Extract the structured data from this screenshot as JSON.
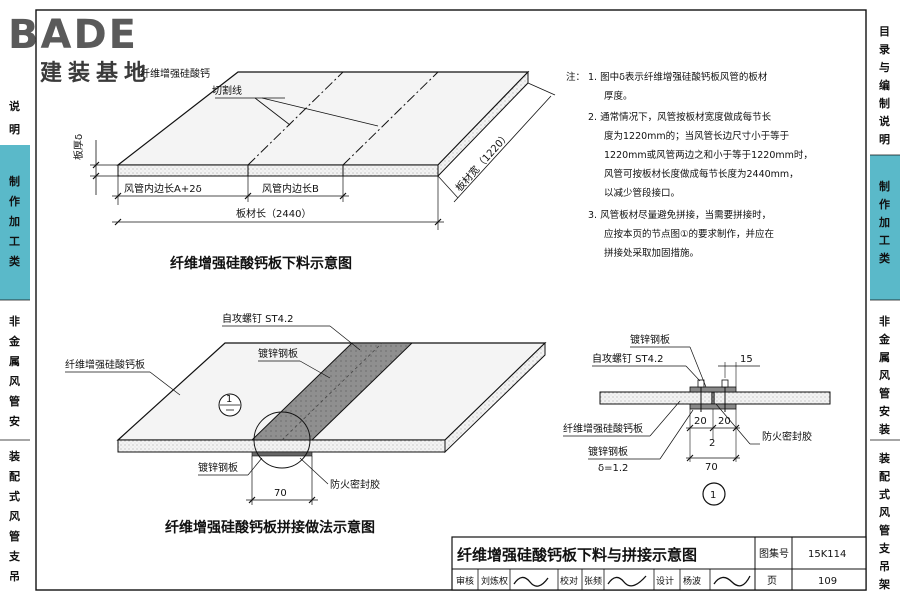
{
  "logo": {
    "brand": "BADE",
    "subtitle": "建装基地"
  },
  "left_tab_top": "目录与编制说明",
  "sidebar": [
    {
      "label": "目录与编制说明",
      "active": false
    },
    {
      "label": "制作加工类",
      "active": true
    },
    {
      "label": "非金属风管安装",
      "active": false
    },
    {
      "label": "装配式风管支吊架",
      "active": false
    }
  ],
  "fig1": {
    "title": "纤维增强硅酸钙板下料示意图",
    "cut_line": "切割线",
    "board_label": "纤维增强硅酸钙",
    "thickness": "板厚δ",
    "dim_a": "风管内边长A+2δ",
    "dim_b": "风管内边长B",
    "length": "板材长（2440）",
    "width": "板材宽（1220）"
  },
  "fig2": {
    "title": "纤维增强硅酸钙板拼接做法示意图",
    "board": "纤维增强硅酸钙板",
    "screw": "自攻螺钉 ST4.2",
    "steel_top": "镀锌钢板",
    "steel_bottom": "镀锌钢板",
    "sealant": "防火密封胶",
    "dim": "70",
    "ref": "1"
  },
  "fig3": {
    "steel_top": "镀锌钢板",
    "screw": "自攻螺钉 ST4.2",
    "board": "纤维增强硅酸钙板",
    "steel_bottom": "镀锌钢板",
    "thickness": "δ=1.2",
    "sealant": "防火密封胶",
    "d15": "15",
    "d20a": "20",
    "d20b": "20",
    "d2": "2",
    "d70": "70",
    "ref": "1"
  },
  "notes": {
    "head": "注：",
    "items": [
      [
        "1. 图中δ表示纤维增强硅酸钙板风管的板材",
        "厚度。"
      ],
      [
        "2. 通常情况下，风管按板材宽度做成每节长",
        "度为1220mm的；当风管长边尺寸小于等于",
        "1220mm或风管两边之和小于等于1220mm时，",
        "风管可按板材长度做成每节长度为2440mm，",
        "以减少管段接口。"
      ],
      [
        "3. 风管板材尽量避免拼接，当需要拼接时，",
        "应按本页的节点图①的要求制作，并应在",
        "拼接处采取加固措施。"
      ]
    ]
  },
  "titleblock": {
    "main": "纤维增强硅酸钙板下料与拼接示意图",
    "atlas_label": "图集号",
    "atlas_no": "15K114",
    "page_label": "页",
    "page_no": "109",
    "review": "审核",
    "reviewer": "刘炼权",
    "check": "校对",
    "checker": "张频",
    "design": "设计",
    "designer": "杨波"
  },
  "colors": {
    "tab_active": "#5ab9c9",
    "steel": "#8f8f8f",
    "board": "#f2f2f2",
    "line": "#111111"
  }
}
